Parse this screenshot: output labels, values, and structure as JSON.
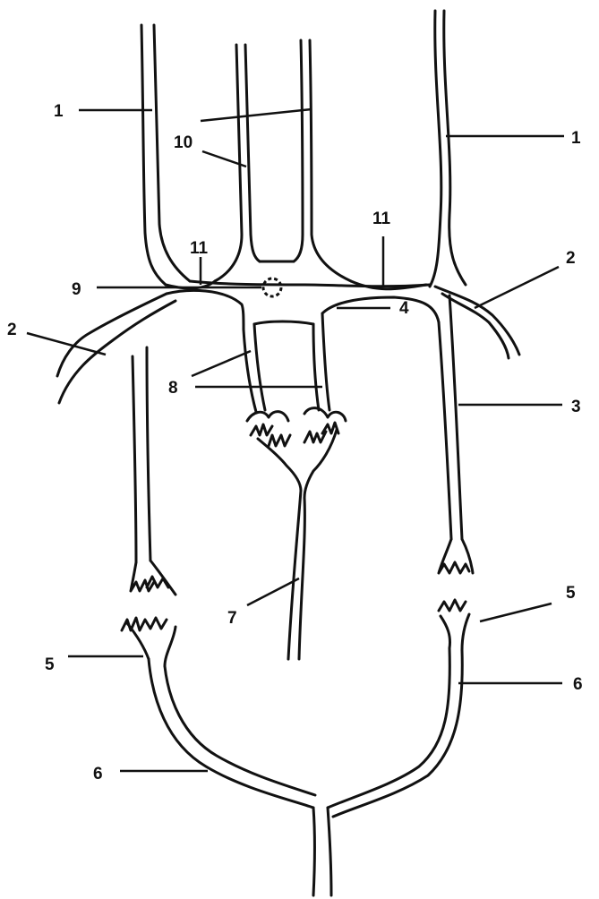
{
  "colors": {
    "ink": "#111111",
    "background": "#ffffff"
  },
  "labels": {
    "l1_left": "1",
    "l1_right": "1",
    "l10": "10",
    "l11_left": "11",
    "l11_right": "11",
    "l9": "9",
    "l2_left": "2",
    "l2_right": "2",
    "l8": "8",
    "l3": "3",
    "l4": "4",
    "l7": "7",
    "l5_left": "5",
    "l5_right": "5",
    "l6_left": "6",
    "l6_right": "6"
  }
}
